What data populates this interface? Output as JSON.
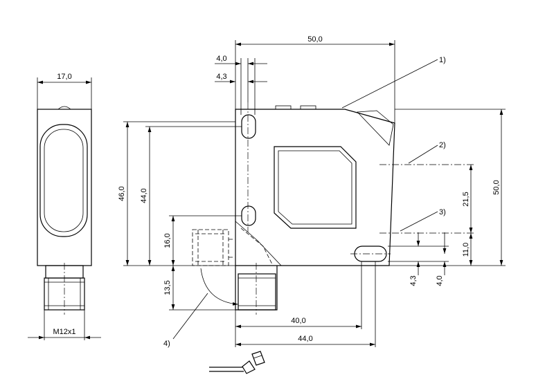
{
  "dimensions": {
    "side_width": "17,0",
    "side_thread": "M12x1",
    "top_width": "50,0",
    "hole_offset_a": "4,0",
    "hole_offset_b": "4,3",
    "left_height_outer": "46,0",
    "left_height_inner": "44,0",
    "connector_height": "16,0",
    "connector_drop": "13,5",
    "right_height": "50,0",
    "right_upper": "21,5",
    "right_lower": "11,0",
    "bottom_right_a": "4,3",
    "bottom_right_b": "4,0",
    "bottom_inner_width": "40,0",
    "bottom_outer_width": "44,0"
  },
  "callouts": {
    "c1": "1)",
    "c2": "2)",
    "c3": "3)",
    "c4": "4)"
  }
}
